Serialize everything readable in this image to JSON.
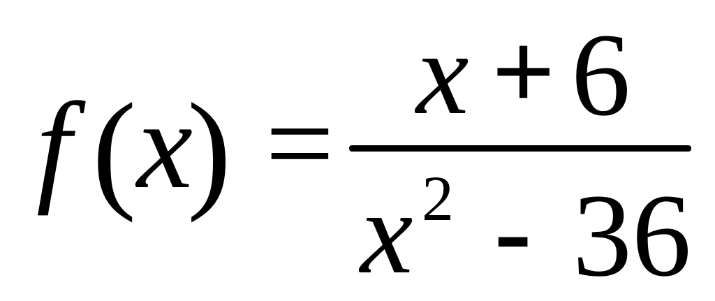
{
  "formula": {
    "lhs": {
      "function_name": "f",
      "open_paren": "(",
      "argument": "x",
      "close_paren": ")"
    },
    "equals": "=",
    "numerator": {
      "variable": "x",
      "operator": "+",
      "constant": "6"
    },
    "denominator": {
      "variable": "x",
      "exponent": "2",
      "operator": "-",
      "constant": "36"
    }
  }
}
